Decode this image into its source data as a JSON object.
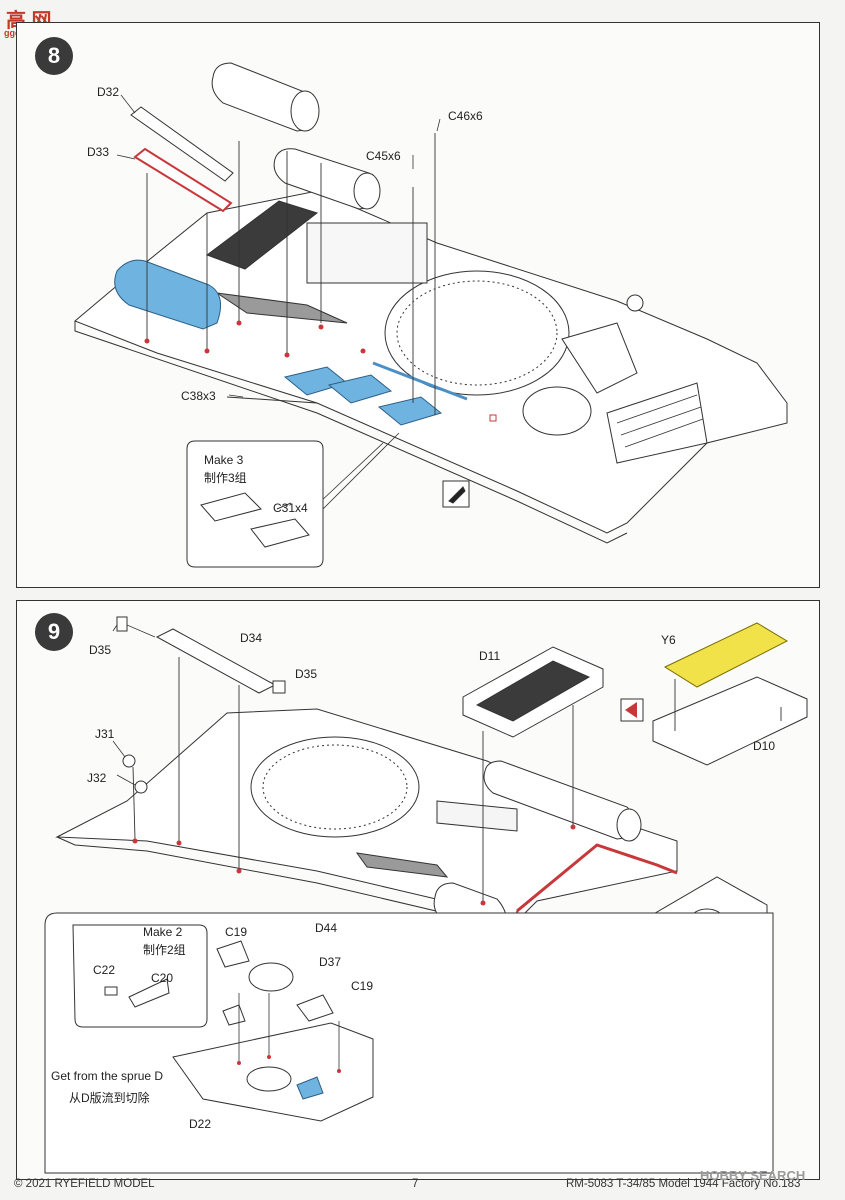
{
  "watermark": {
    "logo_text": "高 网",
    "site": "ggo-shou.com"
  },
  "step8": {
    "number": "8",
    "parts": {
      "d32": "D32",
      "d33": "D33",
      "c46": "C46x6",
      "c45": "C45x6",
      "c38": "C38x3",
      "make3": "Make 3",
      "make3_cn": "制作3组",
      "c31": "C31x4"
    }
  },
  "step9": {
    "number": "9",
    "parts": {
      "d35a": "D35",
      "d34": "D34",
      "d35b": "D35",
      "d11": "D11",
      "y6": "Y6",
      "d10": "D10",
      "j31": "J31",
      "j32": "J32",
      "make2": "Make 2",
      "make2_cn": "制作2组",
      "c19a": "C19",
      "d44": "D44",
      "d37": "D37",
      "c22": "C22",
      "c20": "C20",
      "c19b": "C19",
      "sprue": "Get from the sprue D",
      "sprue_cn": "从D版流到切除",
      "d22": "D22"
    }
  },
  "footer": {
    "copyright": "© 2021 RYEFIELD MODEL",
    "page": "7",
    "product": "RM-5083 T-34/85 Model 1944 Factory No.183",
    "hobbysearch": "HOBBY SEARCH"
  },
  "colors": {
    "highlight_blue": "#6fb3e0",
    "highlight_red": "#c8373a",
    "highlight_yellow": "#f2e24a",
    "step_circle": "#3a3a3a"
  }
}
